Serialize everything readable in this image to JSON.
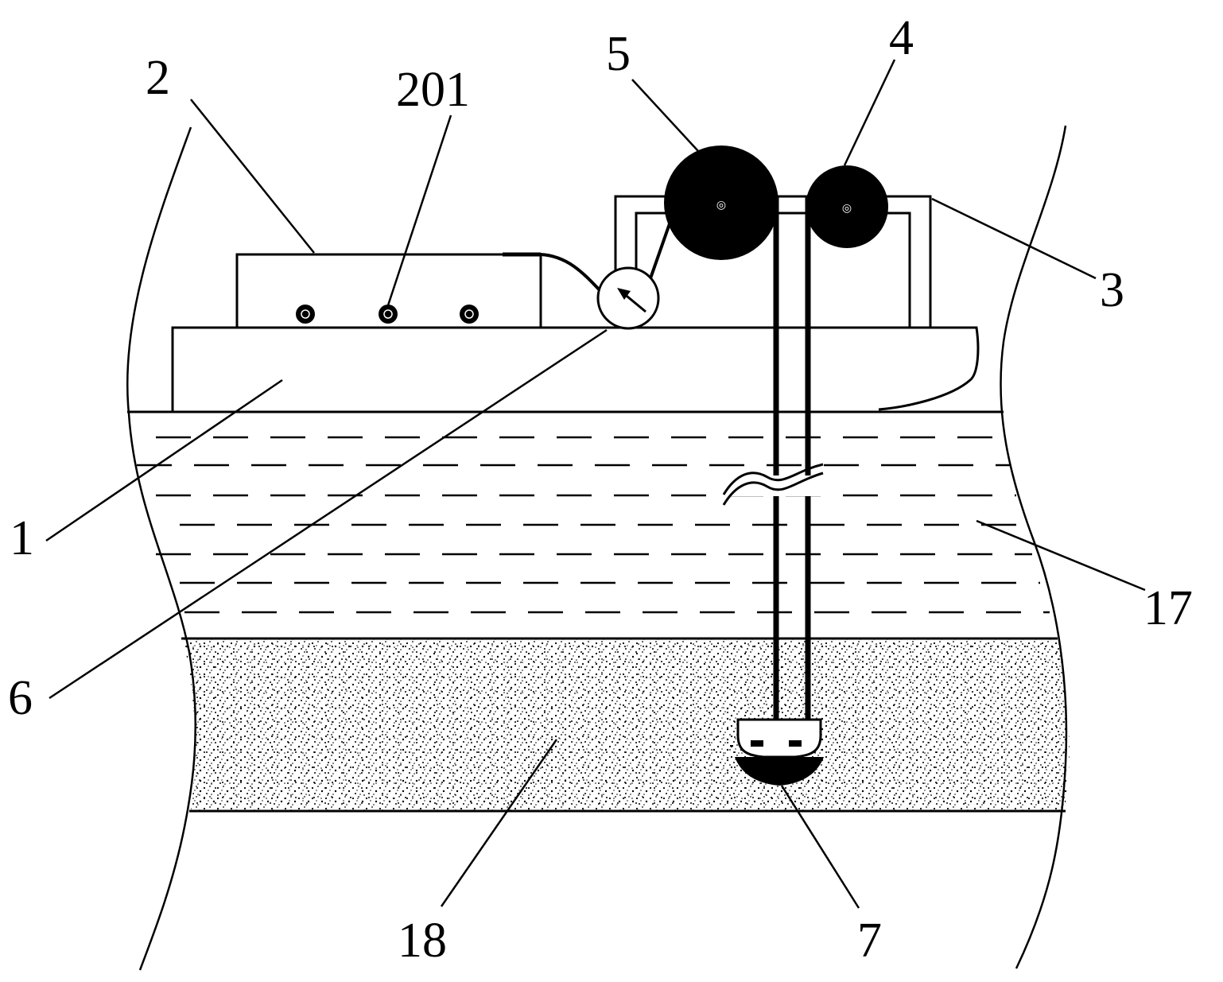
{
  "figure": {
    "colors": {
      "ink": "#000000",
      "paper": "#ffffff"
    },
    "labels": {
      "ship": "1",
      "control_box": "2",
      "control_buttons": "201",
      "frame": "3",
      "guide_wheel": "4",
      "winch_reel": "5",
      "meter": "6",
      "probe": "7",
      "water_layer": "17",
      "sediment_layer": "18"
    }
  }
}
